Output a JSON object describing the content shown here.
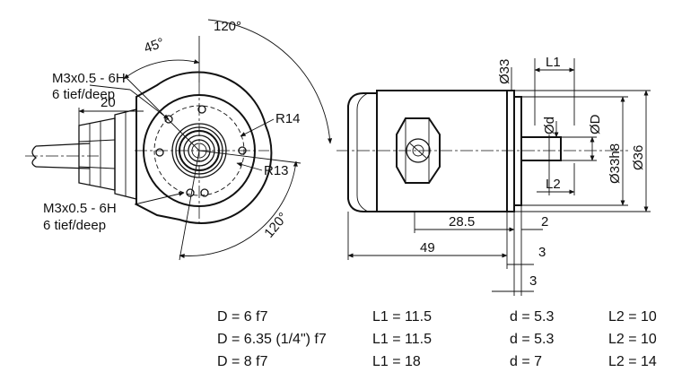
{
  "drawing": {
    "left_view": {
      "angle_top": "120°",
      "angle_mid": "45°",
      "angle_bottom": "120°",
      "thread_top_line1": "M3x0.5 - 6H",
      "thread_top_line2": "6 tief/deep",
      "thread_bottom_line1": "M3x0.5 - 6H",
      "thread_bottom_line2": "6 tief/deep",
      "dim_cable": "20",
      "radius_outer": "R14",
      "radius_inner": "R13"
    },
    "right_view": {
      "dia_33": "Ø33",
      "L1": "L1",
      "d": "Ød",
      "D": "ØD",
      "dia_33h8": "Ø33h8",
      "dia_36": "Ø36",
      "L2": "L2",
      "dim_28_5": "28.5",
      "dim_2": "2",
      "dim_49": "49",
      "dim_3a": "3",
      "dim_3b": "3"
    }
  },
  "variants": [
    {
      "D": "D = 6 f7",
      "L1": "L1 = 11.5",
      "d": "d = 5.3",
      "L2": "L2 = 10"
    },
    {
      "D": "D = 6.35 (1/4\") f7",
      "L1": "L1 = 11.5",
      "d": "d = 5.3",
      "L2": "L2 = 10"
    },
    {
      "D": "D = 8 f7",
      "L1": "L1 = 18",
      "d": "d = 7",
      "L2": "L2 = 14"
    }
  ]
}
